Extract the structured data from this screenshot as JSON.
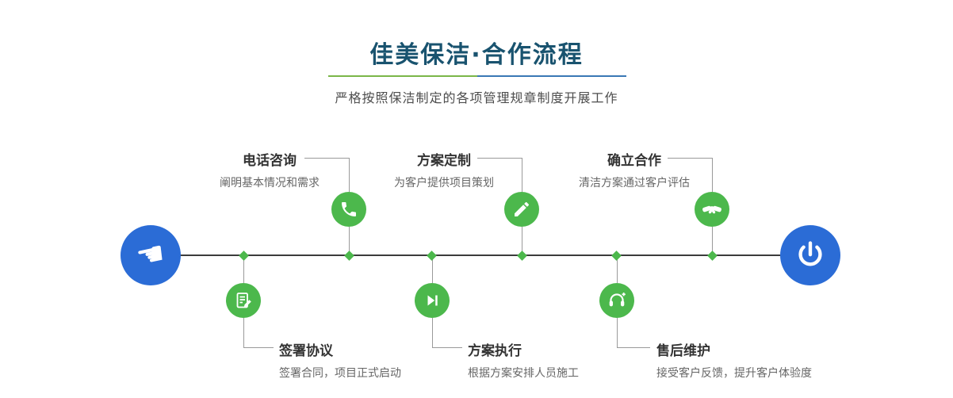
{
  "header": {
    "title": "佳美保洁·合作流程",
    "subtitle": "严格按照保洁制定的各项管理规章制度开展工作"
  },
  "colors": {
    "title_color": "#19536f",
    "primary_blue": "#2b6cd6",
    "accent_green": "#4cb84c",
    "underline_green": "#7ab648",
    "underline_blue": "#3a78b5",
    "timeline_color": "#3c3c3c"
  },
  "endpoints": {
    "start_icon": "pointing-hand-icon",
    "end_icon": "power-icon"
  },
  "steps": [
    {
      "id": "phone",
      "title": "电话咨询",
      "desc": "阐明基本情况和需求",
      "icon": "phone-icon",
      "position": "top"
    },
    {
      "id": "plan",
      "title": "方案定制",
      "desc": "为客户提供项目策划",
      "icon": "pencil-icon",
      "position": "top"
    },
    {
      "id": "coop",
      "title": "确立合作",
      "desc": "清洁方案通过客户评估",
      "icon": "handshake-icon",
      "position": "top"
    },
    {
      "id": "sign",
      "title": "签署协议",
      "desc": "签署合同，项目正式启动",
      "icon": "document-icon",
      "position": "bottom"
    },
    {
      "id": "exec",
      "title": "方案执行",
      "desc": "根据方案安排人员施工",
      "icon": "play-icon",
      "position": "bottom"
    },
    {
      "id": "after",
      "title": "售后维护",
      "desc": "接受客户反馈，提升客户体验度",
      "icon": "headset-icon",
      "position": "bottom"
    }
  ]
}
